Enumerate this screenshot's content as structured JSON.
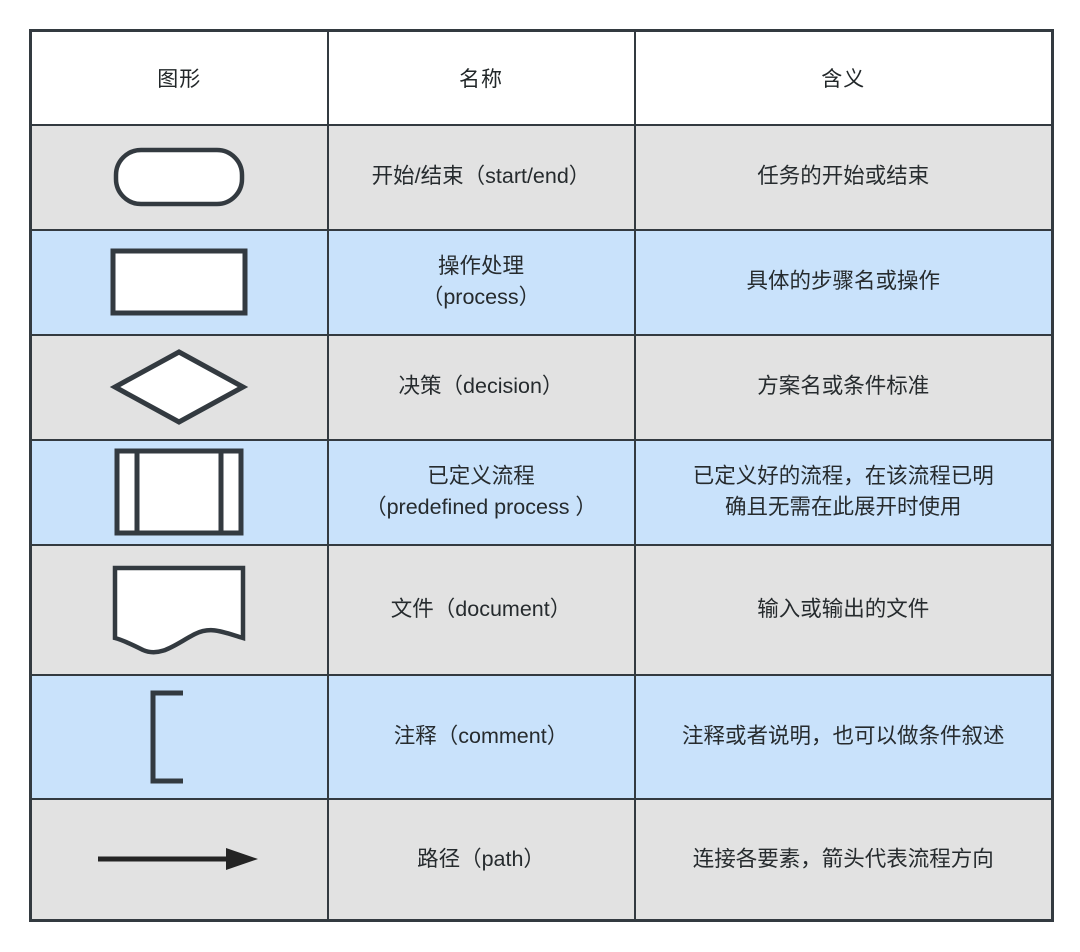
{
  "table": {
    "headers": [
      "图形",
      "名称",
      "含义"
    ],
    "colors": {
      "border": "#333a40",
      "header_bg": "#ffffff",
      "row_gray_bg": "#e2e2e2",
      "row_blue_bg": "#c9e2fb",
      "shape_fill": "#ffffff",
      "shape_stroke": "#333a40",
      "text": "#262b2e",
      "page_bg": "#ffffff"
    },
    "rows": [
      {
        "shape": "rounded-rectangle-shape",
        "name_lines": [
          "开始/结束（start/end）"
        ],
        "meaning_lines": [
          "任务的开始或结束"
        ],
        "fill": "gray"
      },
      {
        "shape": "rectangle-shape",
        "name_lines": [
          "操作处理",
          "（process）"
        ],
        "meaning_lines": [
          "具体的步骤名或操作"
        ],
        "fill": "blue"
      },
      {
        "shape": "diamond-shape",
        "name_lines": [
          "决策（decision）"
        ],
        "meaning_lines": [
          "方案名或条件标准"
        ],
        "fill": "gray"
      },
      {
        "shape": "predefined-process-shape",
        "name_lines": [
          "已定义流程",
          "（predefined process ）"
        ],
        "meaning_lines": [
          "已定义好的流程，在该流程已明",
          "确且无需在此展开时使用"
        ],
        "fill": "blue"
      },
      {
        "shape": "document-shape",
        "name_lines": [
          "文件（document）"
        ],
        "meaning_lines": [
          "输入或输出的文件"
        ],
        "fill": "gray"
      },
      {
        "shape": "comment-bracket-shape",
        "name_lines": [
          "注释（comment）"
        ],
        "meaning_lines": [
          "注释或者说明，也可以做条件叙述"
        ],
        "fill": "blue"
      },
      {
        "shape": "arrow-shape",
        "name_lines": [
          "路径（path）"
        ],
        "meaning_lines": [
          "连接各要素，箭头代表流程方向"
        ],
        "fill": "gray"
      }
    ]
  }
}
